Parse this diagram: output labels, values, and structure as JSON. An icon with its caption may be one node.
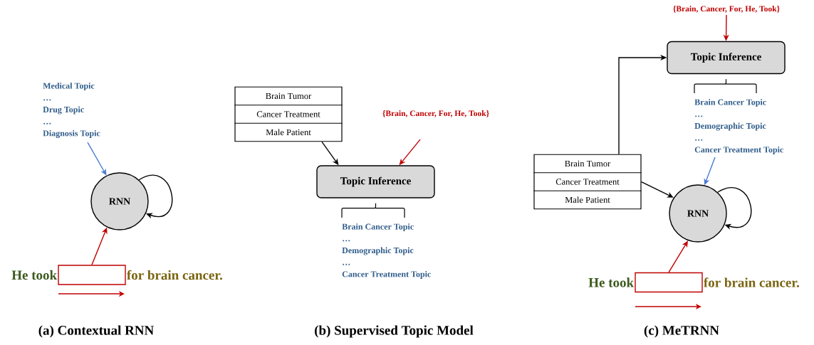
{
  "diagram": {
    "nodes": [
      {
        "text": [
          "Medical Topic",
          "…",
          "Drug Topic",
          "…",
          "Diagnosis Topic"
        ]
      },
      {
        "text": [
          "RNN"
        ]
      },
      {
        "text": [],
        "shape": "box",
        "beside": [
          "He took",
          "for brain cancer."
        ]
      },
      {
        "text": [
          "Brain Tumor",
          "Cancer Treatment",
          "Male Patient"
        ]
      },
      {
        "text": [
          "{Brain, Cancer, For, He, Took}"
        ]
      },
      {
        "text": [
          "Topic Inference"
        ]
      },
      {
        "text": [
          "Brain Cancer Topic",
          "…",
          "Demographic Topic",
          "…",
          "Cancer Treatment Topic"
        ]
      },
      {
        "text": [
          "{Brain, Cancer, For, He, Took}"
        ]
      },
      {
        "text": [
          "Topic Inference"
        ]
      },
      {
        "text": [
          "Brain Cancer Topic",
          "…",
          "Demographic Topic",
          "…",
          "Cancer Treatment Topic"
        ]
      },
      {
        "text": [
          "Brain Tumor",
          "Cancer Treatment",
          "Male Patient"
        ]
      },
      {
        "text": [
          "RNN"
        ]
      },
      {
        "text": [],
        "shape": "box",
        "beside": [
          "He took",
          "for brain cancer."
        ]
      }
    ],
    "edges": [
      {
        "from": 0,
        "to": 1,
        "arrow": "to",
        "color": "#4a7bd0"
      },
      {
        "from": 1,
        "to": 1,
        "arrow": "to"
      },
      {
        "from": 2,
        "to": 1,
        "arrow": "to",
        "color": "#c00000"
      },
      {
        "from": 3,
        "to": 5,
        "arrow": "to"
      },
      {
        "from": 5,
        "to": 6,
        "arrow": "none"
      },
      {
        "from": 8,
        "to": 9,
        "arrow": "none"
      },
      {
        "from": 4,
        "to": 5,
        "arrow": "to",
        "color": "#c00000"
      },
      {
        "from": 7,
        "to": 8,
        "arrow": "to",
        "color": "#c00000"
      },
      {
        "from": 10,
        "to": 8,
        "arrow": "to"
      },
      {
        "from": 10,
        "to": 11,
        "arrow": "to"
      },
      {
        "from": 9,
        "to": 11,
        "arrow": "to",
        "color": "#4a7bd0"
      },
      {
        "from": 11,
        "to": 11,
        "arrow": "to"
      },
      {
        "from": 12,
        "to": 11,
        "arrow": "to",
        "color": "#c00000"
      }
    ],
    "labels": [
      "(a) Contextual RNN",
      "(b) Supervised Topic Model",
      "(c) MeTRNN"
    ]
  }
}
